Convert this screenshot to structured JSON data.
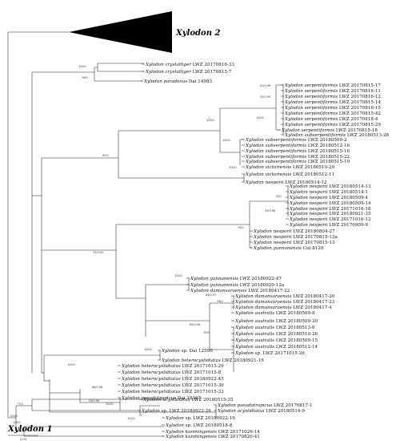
{
  "clade_label": "Xylodon 2",
  "bottom_label": "Xylodon 1",
  "scale_value": "0.05",
  "leaves": [
    {
      "genus": "Xylodon",
      "epithet": "crystalliger",
      "voucher": "LWZ 20170816-33"
    },
    {
      "genus": "Xylodon",
      "epithet": "crystalliger",
      "voucher": "LWZ 20170815-7"
    },
    {
      "genus": "Xylodon",
      "epithet": "paradoxus",
      "voucher": "Dai 14983"
    },
    {
      "genus": "Xylodon",
      "epithet": "serpentiformis",
      "voucher": "LWZ 20170815-17"
    },
    {
      "genus": "Xylodon",
      "epithet": "serpentiformis",
      "voucher": "LWZ 20170816-11"
    },
    {
      "genus": "Xylodon",
      "epithet": "serpentiformis",
      "voucher": "LWZ 20170816-12"
    },
    {
      "genus": "Xylodon",
      "epithet": "serpentiformis",
      "voucher": "LWZ 20170815-14"
    },
    {
      "genus": "Xylodon",
      "epithet": "serpentiformis",
      "voucher": "LWZ 20170816-15"
    },
    {
      "genus": "Xylodon",
      "epithet": "serpentiformis",
      "voucher": "LWZ 20170815-42"
    },
    {
      "genus": "Xylodon",
      "epithet": "serpentiformis",
      "voucher": "LWZ 20170818-4"
    },
    {
      "genus": "Xylodon",
      "epithet": "serpentiformis",
      "voucher": "LWZ 20170815-29"
    },
    {
      "genus": "Xylodon",
      "epithet": "serpentiformis",
      "voucher": "LWZ 20170815-18"
    },
    {
      "genus": "Xylodon",
      "epithet": "subserpentiformis",
      "voucher": "LWZ 20180513-28"
    },
    {
      "genus": "Xylodon",
      "epithet": "subserpentiformis",
      "voucher": "LWZ 20180509-2"
    },
    {
      "genus": "Xylodon",
      "epithet": "subserpentiformis",
      "voucher": "LWZ 20180512-16"
    },
    {
      "genus": "Xylodon",
      "epithet": "subserpentiformis",
      "voucher": "LWZ 20180515-16"
    },
    {
      "genus": "Xylodon",
      "epithet": "subserpentiformis",
      "voucher": "LWZ 20180515-22"
    },
    {
      "genus": "Xylodon",
      "epithet": "subserpentiformis",
      "voucher": "LWZ 20180515-19"
    },
    {
      "genus": "Xylodon",
      "epithet": "victoriensis",
      "voucher": "LWZ 20180510-29"
    },
    {
      "genus": "Xylodon",
      "epithet": "victoriensis",
      "voucher": "LWZ 20180512-11"
    },
    {
      "genus": "Xylodon",
      "epithet": "nesporii",
      "voucher": "LWZ 20180514-12"
    },
    {
      "genus": "Xylodon",
      "epithet": "nesporii",
      "voucher": "LWZ 20180514-13"
    },
    {
      "genus": "Xylodon",
      "epithet": "nesporii",
      "voucher": "LWZ 20180514-1"
    },
    {
      "genus": "Xylodon",
      "epithet": "nesporii",
      "voucher": "LWZ 20180509-4"
    },
    {
      "genus": "Xylodon",
      "epithet": "nesporii",
      "voucher": "LWZ 20180509-14"
    },
    {
      "genus": "Xylodon",
      "epithet": "nesporii",
      "voucher": "LWZ 20171016-18"
    },
    {
      "genus": "Xylodon",
      "epithet": "nesporii",
      "voucher": "LWZ 20180921-35"
    },
    {
      "genus": "Xylodon",
      "epithet": "nesporii",
      "voucher": "LWZ 20171016-12"
    },
    {
      "genus": "Xylodon",
      "epithet": "nesporii",
      "voucher": "LWZ 20170909-9"
    },
    {
      "genus": "Xylodon",
      "epithet": "nesporii",
      "voucher": "LWZ 20180804-27"
    },
    {
      "genus": "Xylodon",
      "epithet": "nesporii",
      "voucher": "LWZ 20170815-13a"
    },
    {
      "genus": "Xylodon",
      "epithet": "nesporii",
      "voucher": "LWZ 20170815-13"
    },
    {
      "genus": "Xylodon",
      "epithet": "yunnanensis",
      "voucher": "Cui 8129"
    },
    {
      "genus": "Xylodon",
      "epithet": "yunnanensis",
      "voucher": "LWZ 20180922-47"
    },
    {
      "genus": "Xylodon",
      "epithet": "yunnanensis",
      "voucher": "LWZ 20180920-12a"
    },
    {
      "genus": "Xylodon",
      "epithet": "damansaraensis",
      "voucher": "LWZ 20180417-22"
    },
    {
      "genus": "Xylodon",
      "epithet": "damansaraensis",
      "voucher": "LWZ 20180417-20"
    },
    {
      "genus": "Xylodon",
      "epithet": "damansaraensis",
      "voucher": "LWZ 20180417-23"
    },
    {
      "genus": "Xylodon",
      "epithet": "damansaraensis",
      "voucher": "LWZ 20180417-4"
    },
    {
      "genus": "Xylodon",
      "epithet": "australis",
      "voucher": "LWZ 20180509-8"
    },
    {
      "genus": "Xylodon",
      "epithet": "australis",
      "voucher": "LWZ 20180509-20"
    },
    {
      "genus": "Xylodon",
      "epithet": "australis",
      "voucher": "LWZ 20180513-6"
    },
    {
      "genus": "Xylodon",
      "epithet": "australis",
      "voucher": "LWZ 20180510-26"
    },
    {
      "genus": "Xylodon",
      "epithet": "australis",
      "voucher": "LWZ 20180509-15"
    },
    {
      "genus": "Xylodon",
      "epithet": "australis",
      "voucher": "LWZ 20180512-14"
    },
    {
      "genus": "Xylodon",
      "epithet": "sp.",
      "voucher": "LWZ 20171015-26"
    },
    {
      "genus": "Xylodon",
      "epithet": "sp.",
      "voucher": "Dai 12590"
    },
    {
      "genus": "Xylodon",
      "epithet": "heterocystidiatus",
      "voucher": "LWZ 20180921-19"
    },
    {
      "genus": "Xylodon",
      "epithet": "heterocystidiatus",
      "voucher": "LWZ 20171015-29"
    },
    {
      "genus": "Xylodon",
      "epithet": "heterocystidiatus",
      "voucher": "LWZ 20171015-8"
    },
    {
      "genus": "Xylodon",
      "epithet": "heterocystidiatus",
      "voucher": "LWZ 20180922-45"
    },
    {
      "genus": "Xylodon",
      "epithet": "heterocystidiatus",
      "voucher": "LWZ 20171015-30"
    },
    {
      "genus": "Xylodon",
      "epithet": "heterocystidiatus",
      "voucher": "LWZ 20171015-33"
    },
    {
      "genus": "Xylodon",
      "epithet": "pseudotropicus",
      "voucher": "Dai 16167"
    },
    {
      "genus": "Xylodon",
      "epithet": "pseudotropicus",
      "voucher": "LWZ 20170817-1"
    },
    {
      "genus": "Xylodon",
      "epithet": "acystidiatus",
      "voucher": "LWZ 20180514-9"
    },
    {
      "genus": "Xylodon",
      "epithet": "acystidiatus",
      "voucher": "LWZ 20180515-35"
    },
    {
      "genus": "Xylodon",
      "epithet": "sp.",
      "voucher": "LWZ 20180922-26"
    },
    {
      "genus": "Xylodon",
      "epithet": "sp.",
      "voucher": "LWZ 20180922-19"
    },
    {
      "genus": "Xylodon",
      "epithet": "sp.",
      "voucher": "LWZ 20180518-8"
    },
    {
      "genus": "Xylodon",
      "epithet": "kunmingensis",
      "voucher": "LWZ 20171026-14"
    },
    {
      "genus": "Xylodon",
      "epithet": "kunmingensis",
      "voucher": "LWZ 20170820-41"
    }
  ],
  "supports": [
    "100/1",
    "98/1",
    "61/0.98",
    "52/0.95",
    "100/1",
    "100/1",
    "100/1",
    "100/1",
    "85/1",
    "76/1",
    "53/0.98",
    "99/1",
    "72/0.95",
    "100/1",
    "64/0.97",
    "96/1",
    "85/0.98",
    "99/1",
    "100/1",
    "100/1",
    "66/0.98",
    "53/0.98",
    "100/1",
    "100/1",
    "77/1",
    "100/1",
    "100/1"
  ]
}
